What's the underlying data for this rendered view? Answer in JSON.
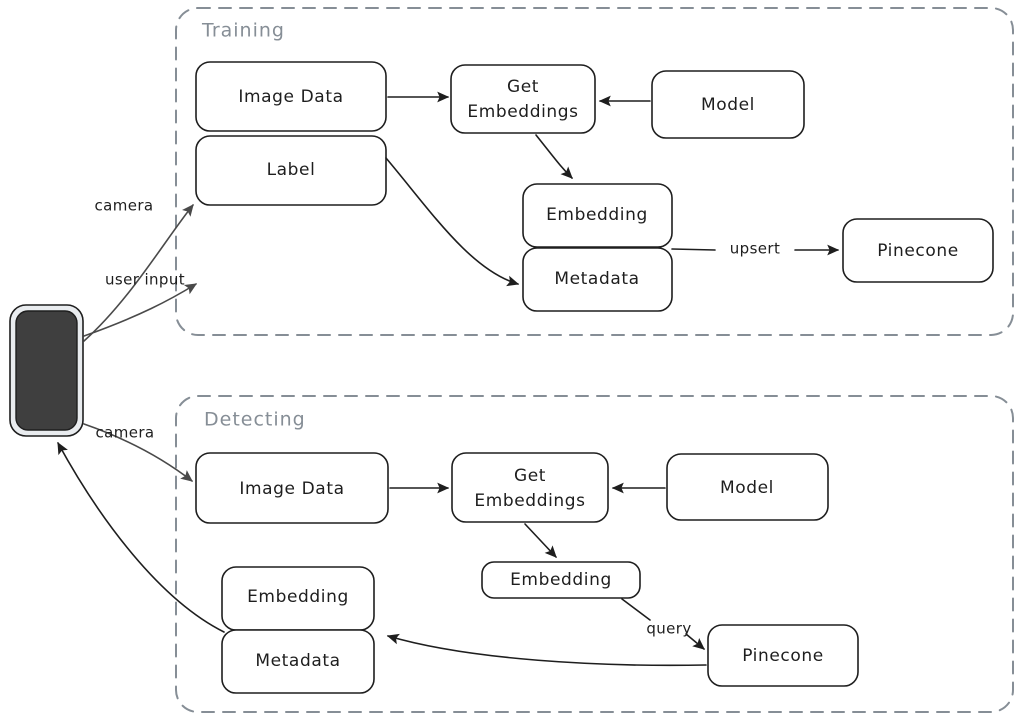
{
  "diagram": {
    "title_hidden": "",
    "device": {
      "name": "phone-device"
    },
    "groups": [
      {
        "id": "training",
        "label": "Training"
      },
      {
        "id": "detecting",
        "label": "Detecting"
      }
    ],
    "training": {
      "nodes": {
        "image_data": "Image Data",
        "label_box": "Label",
        "get_embeddings_line1": "Get",
        "get_embeddings_line2": "Embeddings",
        "model": "Model",
        "embedding": "Embedding",
        "metadata": "Metadata",
        "pinecone": "Pinecone"
      },
      "edges": {
        "upsert": "upsert"
      }
    },
    "detecting": {
      "nodes": {
        "image_data": "Image Data",
        "get_embeddings_line1": "Get",
        "get_embeddings_line2": "Embeddings",
        "model": "Model",
        "embedding_result": "Embedding",
        "embedding": "Embedding",
        "metadata": "Metadata",
        "pinecone": "Pinecone"
      },
      "edges": {
        "query": "query"
      }
    },
    "device_edges": {
      "camera_training": "camera",
      "user_input": "user input",
      "camera_detecting": "camera"
    },
    "colors": {
      "stroke": "#1e1e1e",
      "group_stroke": "#868e96",
      "device_fill": "#3f3f3f",
      "device_border": "#e9ecef",
      "background": "#ffffff"
    }
  }
}
